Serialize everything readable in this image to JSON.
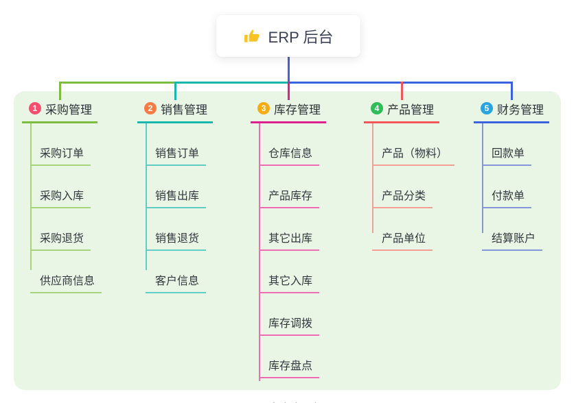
{
  "root": {
    "label": "ERP 后台",
    "icon": "thumbs-up-icon",
    "icon_color": "#F7C325",
    "line_color": "#4A5FD9"
  },
  "panel": {
    "background": "#E9F6E5"
  },
  "branches": [
    {
      "badge": "1",
      "label": "采购管理",
      "badge_color": "#F4506E",
      "main_color": "#7CBD3F",
      "child_color": "#A6D57D",
      "children": [
        "采购订单",
        "采购入库",
        "采购退货",
        "供应商信息"
      ]
    },
    {
      "badge": "2",
      "label": "销售管理",
      "badge_color": "#F97B44",
      "main_color": "#17B7AE",
      "child_color": "#5FCCC4",
      "children": [
        "销售订单",
        "销售出库",
        "销售退货",
        "客户信息"
      ]
    },
    {
      "badge": "3",
      "label": "库存管理",
      "badge_color": "#F6AD14",
      "main_color": "#DF1F8D",
      "child_color": "#EF6DB0",
      "children": [
        "仓库信息",
        "产品库存",
        "其它出库",
        "其它入库",
        "库存调拨",
        "库存盘点",
        "出库库明细"
      ]
    },
    {
      "badge": "4",
      "label": "产品管理",
      "badge_color": "#2EBD58",
      "main_color": "#F2555A",
      "child_color": "#F59C94",
      "children": [
        "产品（物料）",
        "产品分类",
        "产品单位"
      ]
    },
    {
      "badge": "5",
      "label": "财务管理",
      "badge_color": "#29A4DE",
      "main_color": "#3A62DE",
      "child_color": "#8296D8",
      "children": [
        "回款单",
        "付款单",
        "结算账户"
      ]
    }
  ]
}
